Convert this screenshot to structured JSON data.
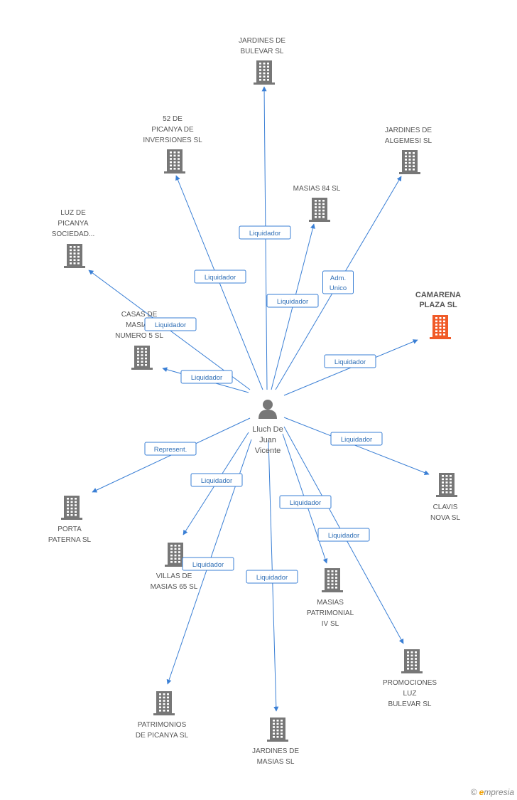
{
  "person": {
    "name_lines": [
      "Lluch De",
      "Juan",
      "Vicente"
    ]
  },
  "companies": [
    {
      "id": "jardines-bulevar",
      "lines": [
        "JARDINES DE",
        "BULEVAR SL"
      ],
      "highlight": false
    },
    {
      "id": "52-picanya",
      "lines": [
        "52 DE",
        "PICANYA DE",
        "INVERSIONES SL"
      ],
      "highlight": false
    },
    {
      "id": "jardines-algemesi",
      "lines": [
        "JARDINES DE",
        "ALGEMESI SL"
      ],
      "highlight": false
    },
    {
      "id": "masias-84",
      "lines": [
        "MASIAS 84 SL"
      ],
      "highlight": false
    },
    {
      "id": "luz-picanya",
      "lines": [
        "LUZ DE",
        "PICANYA",
        "SOCIEDAD..."
      ],
      "highlight": false
    },
    {
      "id": "camarena",
      "lines": [
        "CAMARENA",
        "PLAZA SL"
      ],
      "highlight": true
    },
    {
      "id": "casas-masias",
      "lines": [
        "CASAS DE",
        "MASIAS",
        "NUMERO 5 SL"
      ],
      "highlight": false
    },
    {
      "id": "clavis-nova",
      "lines": [
        "CLAVIS",
        "NOVA SL"
      ],
      "highlight": false
    },
    {
      "id": "porta-paterna",
      "lines": [
        "PORTA",
        "PATERNA SL"
      ],
      "highlight": false
    },
    {
      "id": "villas-masias",
      "lines": [
        "VILLAS DE",
        "MASIAS 65 SL"
      ],
      "highlight": false
    },
    {
      "id": "masias-patrimonial",
      "lines": [
        "MASIAS",
        "PATRIMONIAL",
        "IV SL"
      ],
      "highlight": false
    },
    {
      "id": "promociones-luz",
      "lines": [
        "PROMOCIONES",
        "LUZ",
        "BULEVAR SL"
      ],
      "highlight": false
    },
    {
      "id": "patrimonios-picanya",
      "lines": [
        "PATRIMONIOS",
        "DE PICANYA SL"
      ],
      "highlight": false
    },
    {
      "id": "jardines-masias",
      "lines": [
        "JARDINES DE",
        "MASIAS SL"
      ],
      "highlight": false
    }
  ],
  "relations": [
    {
      "to": "jardines-bulevar",
      "lines": [
        "Liquidador"
      ]
    },
    {
      "to": "52-picanya",
      "lines": [
        "Liquidador"
      ]
    },
    {
      "to": "jardines-algemesi",
      "lines": [
        "Adm.",
        "Unico"
      ]
    },
    {
      "to": "masias-84",
      "lines": [
        "Liquidador"
      ]
    },
    {
      "to": "luz-picanya",
      "lines": [
        "Liquidador"
      ]
    },
    {
      "to": "camarena",
      "lines": [
        "Liquidador"
      ]
    },
    {
      "to": "casas-masias",
      "lines": [
        "Liquidador"
      ]
    },
    {
      "to": "clavis-nova",
      "lines": [
        "Liquidador"
      ]
    },
    {
      "to": "porta-paterna",
      "lines": [
        "Represent."
      ]
    },
    {
      "to": "villas-masias",
      "lines": [
        "Liquidador"
      ]
    },
    {
      "to": "masias-patrimonial",
      "lines": [
        "Liquidador"
      ]
    },
    {
      "to": "promociones-luz",
      "lines": [
        "Liquidador"
      ]
    },
    {
      "to": "patrimonios-picanya",
      "lines": [
        "Liquidador"
      ]
    },
    {
      "to": "jardines-masias",
      "lines": [
        "Liquidador"
      ]
    }
  ],
  "colors": {
    "edge": "#3a7fd5",
    "building": "#777777",
    "building_highlight": "#f05a28"
  },
  "footer": {
    "symbol": "©",
    "brand_initial": "e",
    "brand_rest": "mpresia"
  }
}
